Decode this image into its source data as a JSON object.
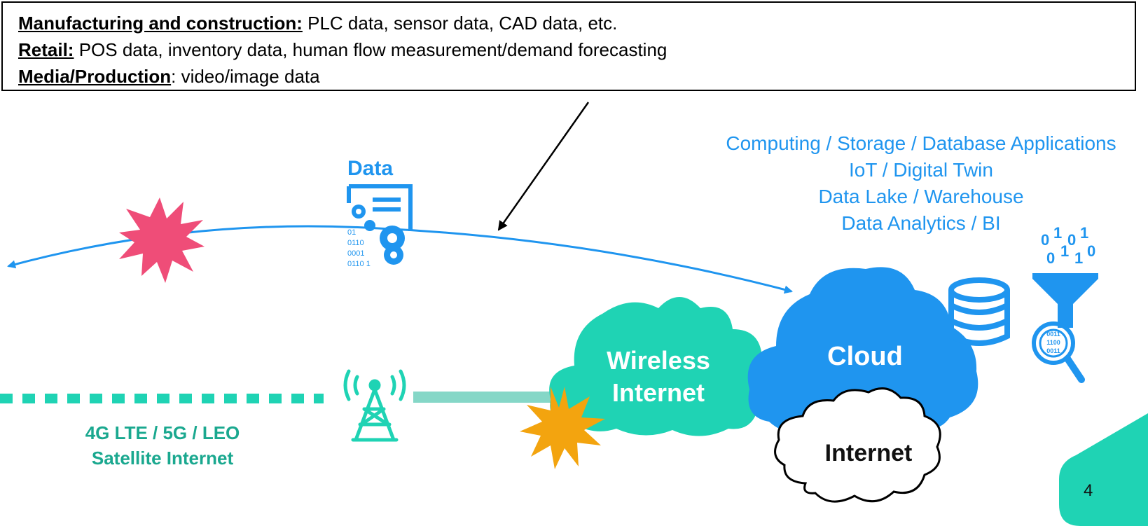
{
  "callout": {
    "lines": [
      {
        "heading": "Manufacturing and construction:",
        "text": " PLC data, sensor data, CAD data, etc."
      },
      {
        "heading": "Retail:",
        "text": " POS data, inventory data, human flow measurement/demand forecasting"
      },
      {
        "heading": "Media/Production",
        "text": ": video/image data"
      }
    ]
  },
  "data_label": "Data",
  "data_icon_bits": [
    "01",
    "0110",
    "0001",
    "0110 1"
  ],
  "cloud_services": [
    "Computing / Storage / Database Applications",
    "IoT / Digital Twin",
    "Data Lake / Warehouse",
    "Data Analytics / BI"
  ],
  "wireless_cloud": {
    "line1": "Wireless",
    "line2": "Internet"
  },
  "cloud_label": "Cloud",
  "internet_label": "Internet",
  "connectivity": {
    "line1": "4G LTE / 5G / LEO",
    "line2": "Satellite Internet"
  },
  "magnifier_bits": [
    "0011",
    "1100",
    "0011"
  ],
  "funnel_bits": [
    "0",
    "1",
    "0",
    "1",
    "0",
    "1",
    "1",
    "0"
  ],
  "page_number": "4",
  "colors": {
    "blue": "#1f95ef",
    "teal": "#1fd3b4",
    "teal_text": "#1aa88f",
    "pink_burst": "#ef4d78",
    "orange_burst": "#f3a40f"
  }
}
